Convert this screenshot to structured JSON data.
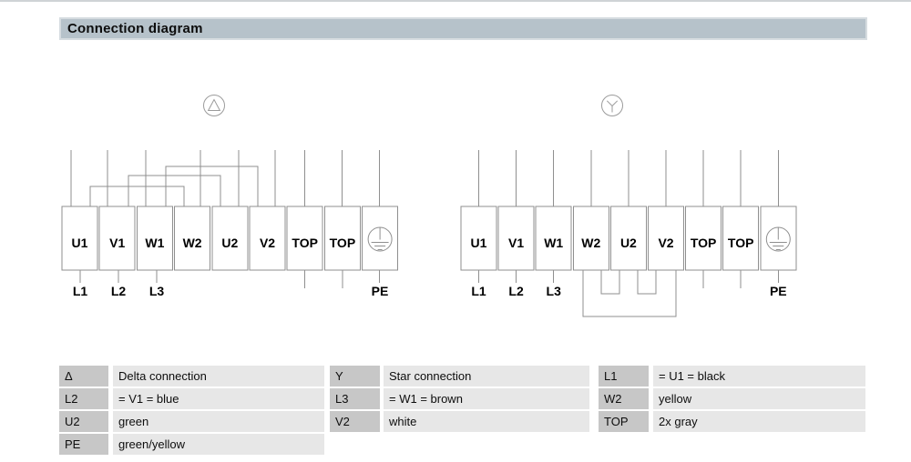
{
  "header": {
    "title": "Connection diagram"
  },
  "colors": {
    "header_bg": "#b6c2ca",
    "header_border": "#d6dce0",
    "legend_key_bg": "#c7c7c7",
    "legend_value_bg": "#e7e7e7",
    "wire_gray": "#8f8f8f"
  },
  "diagrams": [
    {
      "name": "delta",
      "symbol_icon": "delta-in-circle",
      "terminals": [
        "U1",
        "V1",
        "W1",
        "W2",
        "U2",
        "V2",
        "TOP",
        "TOP"
      ],
      "phases": [
        "L1",
        "L2",
        "L3"
      ],
      "pe_label": "PE"
    },
    {
      "name": "star",
      "symbol_icon": "star-in-circle",
      "terminals": [
        "U1",
        "V1",
        "W1",
        "W2",
        "U2",
        "V2",
        "TOP",
        "TOP"
      ],
      "phases": [
        "L1",
        "L2",
        "L3"
      ],
      "pe_label": "PE"
    }
  ],
  "legend": {
    "groups": [
      {
        "rows": [
          {
            "key": "Δ",
            "value": "Delta connection"
          },
          {
            "key": "L2",
            "value": "= V1 = blue"
          },
          {
            "key": "U2",
            "value": "green"
          },
          {
            "key": "PE",
            "value": "green/yellow"
          }
        ]
      },
      {
        "rows": [
          {
            "key": "Y",
            "value": "Star connection"
          },
          {
            "key": "L3",
            "value": "= W1 = brown"
          },
          {
            "key": "V2",
            "value": "white"
          }
        ]
      },
      {
        "rows": [
          {
            "key": "L1",
            "value": "= U1 = black"
          },
          {
            "key": "W2",
            "value": "yellow"
          },
          {
            "key": "TOP",
            "value": "2x gray"
          }
        ]
      }
    ]
  }
}
